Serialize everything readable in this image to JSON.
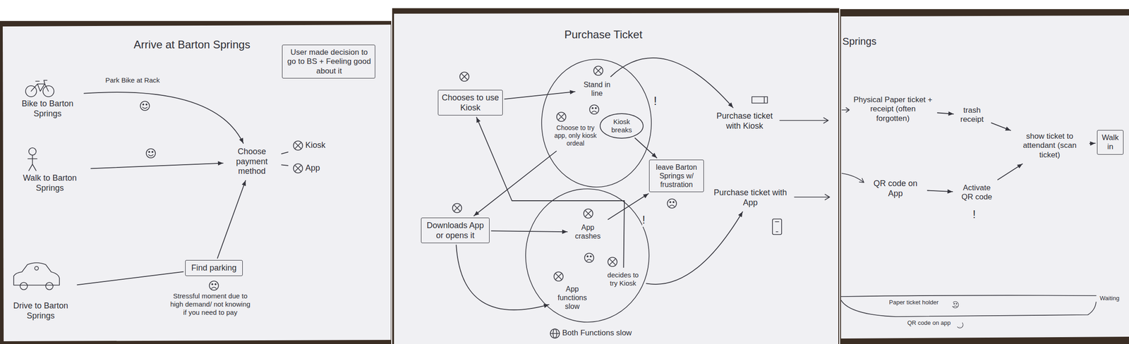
{
  "diagram": {
    "nodes": [
      {
        "text": [
          "User made decision to go to BS + Feeling good about it"
        ]
      },
      {
        "text": [
          "Bike to Barton Springs"
        ]
      },
      {
        "text": [
          "Walk to Barton Springs"
        ]
      },
      {
        "text": [
          "Drive to Barton Springs"
        ]
      },
      {
        "text": [
          "Find parking"
        ]
      },
      {
        "text": [
          "Choose payment method"
        ]
      },
      {
        "text": [
          "Kiosk"
        ]
      },
      {
        "text": [
          "App"
        ]
      },
      {
        "text": [
          "Chooses to use Kiosk"
        ]
      },
      {
        "text": [
          "Stand in line"
        ]
      },
      {
        "text": [
          "Choose to try app, only kiosk ordeal"
        ]
      },
      {
        "text": [
          "Kiosk breaks"
        ]
      },
      {
        "text": [
          "leave Barton Springs w/ frustration"
        ]
      },
      {
        "text": [
          "Purchase ticket with Kiosk"
        ]
      },
      {
        "text": [
          "Downloads App or opens it"
        ]
      },
      {
        "text": [
          "App crashes"
        ]
      },
      {
        "text": [
          "decides to try Kiosk"
        ]
      },
      {
        "text": [
          "App functions slow"
        ]
      },
      {
        "text": [
          "Purchase ticket with App"
        ]
      },
      {
        "text": [
          "Both Functions slow"
        ]
      },
      {
        "text": [
          "Physical Paper ticket + receipt (often forgotten)"
        ]
      },
      {
        "text": [
          "trash receipt"
        ]
      },
      {
        "text": [
          "show ticket to attendant (scan ticket)"
        ]
      },
      {
        "text": [
          "Walk in"
        ]
      },
      {
        "text": [
          "QR code on App"
        ]
      },
      {
        "text": [
          "Activate QR code"
        ]
      }
    ],
    "edges": [
      {
        "from": 1,
        "to": 5,
        "label": "Park Bike at Rack",
        "arrow": "to"
      },
      {
        "from": 2,
        "to": 5,
        "arrow": "to"
      },
      {
        "from": 3,
        "to": 4,
        "arrow": "none"
      },
      {
        "from": 4,
        "to": 5,
        "arrow": "to"
      },
      {
        "from": 5,
        "to": 6,
        "arrow": "none"
      },
      {
        "from": 5,
        "to": 7,
        "arrow": "none"
      },
      {
        "from": 8,
        "to": 9,
        "arrow": "to"
      },
      {
        "from": 9,
        "to": 13,
        "arrow": "to"
      },
      {
        "from": 11,
        "to": 12,
        "arrow": "to"
      },
      {
        "from": 10,
        "to": 14,
        "arrow": "to"
      },
      {
        "from": 14,
        "to": 17,
        "arrow": "to"
      },
      {
        "from": 14,
        "to": 15,
        "arrow": "to"
      },
      {
        "from": 16,
        "to": 8,
        "arrow": "to"
      },
      {
        "from": 15,
        "to": 12,
        "arrow": "to"
      },
      {
        "from": 16,
        "to": 18,
        "arrow": "to"
      },
      {
        "from": 20,
        "to": 21,
        "arrow": "to"
      },
      {
        "from": 21,
        "to": 22,
        "arrow": "to"
      },
      {
        "from": 22,
        "to": 23,
        "arrow": "to"
      },
      {
        "from": 24,
        "to": 25,
        "arrow": "to"
      },
      {
        "from": 25,
        "to": 22,
        "arrow": "to"
      }
    ],
    "labels": [
      "Arrive at Barton Springs",
      "Stressful moment due to high demand/ not knowing if you need to pay",
      "Purchase Ticket",
      "!",
      "!",
      "Springs",
      "!",
      "Paper ticket holder",
      "QR code on app",
      "Waiting"
    ]
  }
}
